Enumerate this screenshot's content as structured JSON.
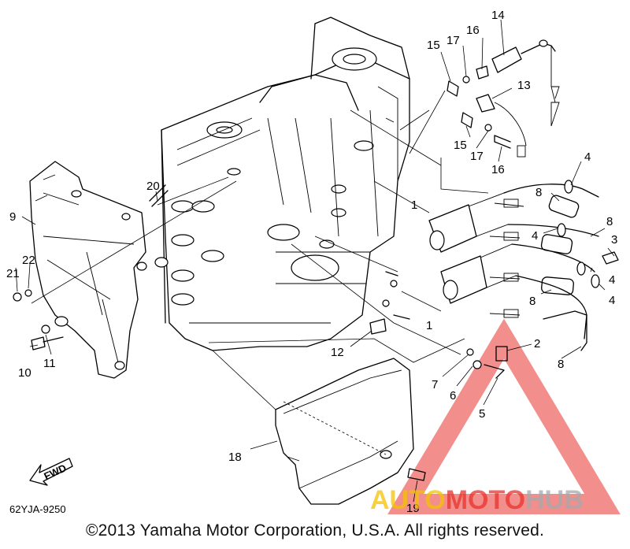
{
  "diagram": {
    "code": "62YJA-9250",
    "fwd_label": "FWD",
    "copyright": "©2013 Yamaha Motor Corporation, U.S.A. All rights reserved.",
    "watermark": {
      "part1": "AUTO",
      "part2": "MOTO",
      "part3": "HUB",
      "color_primary": "#e8322d",
      "color_secondary": "#f5c200",
      "color_gray": "#a7a9ac"
    },
    "callouts": [
      "1",
      "1",
      "2",
      "3",
      "4",
      "4",
      "4",
      "4",
      "5",
      "6",
      "7",
      "8",
      "8",
      "8",
      "8",
      "9",
      "10",
      "11",
      "12",
      "13",
      "14",
      "15",
      "15",
      "16",
      "16",
      "17",
      "17",
      "18",
      "19",
      "20",
      "21",
      "22"
    ]
  }
}
